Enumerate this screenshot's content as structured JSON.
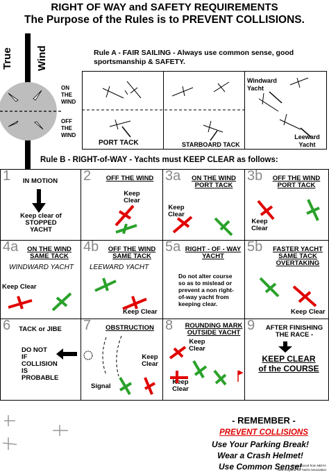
{
  "header": {
    "title": "RIGHT OF WAY and SAFETY REQUIREMENTS",
    "subtitle": "The Purpose of the Rules is to PREVENT COLLISIONS."
  },
  "compass": {
    "true_label": "True",
    "wind_label": "Wind",
    "on_wind": "ON THE WIND",
    "off_wind": "OFF THE WIND"
  },
  "rule_a": {
    "heading": "Rule A -  FAIR SAILING - Always use common sense, good sportsmanship & SAFETY.",
    "port_tack": "PORT TACK",
    "starboard_tack": "STARBOARD TACK",
    "windward_yacht": "Windward Yacht",
    "leeward_yacht": "Leeward Yacht"
  },
  "rule_b": {
    "heading": "Rule B - RIGHT-of-WAY - Yachts must KEEP CLEAR as follows:"
  },
  "cells": [
    {
      "num": "1",
      "title": "IN MOTION",
      "body": "Keep clear of STOPPED YACHT"
    },
    {
      "num": "2",
      "title": "OFF THE WIND",
      "keep_clear": "Keep Clear"
    },
    {
      "num": "3a",
      "title": "ON THE WIND PORT TACK",
      "keep_clear": "Keep Clear"
    },
    {
      "num": "3b",
      "title": "OFF THE WIND PORT TACK",
      "keep_clear": "Keep Clear"
    },
    {
      "num": "4a",
      "title": "ON THE WIND SAME TACK",
      "sub": "WINDWARD YACHT",
      "keep_clear": "Keep Clear"
    },
    {
      "num": "4b",
      "title": "OFF THE WIND SAME TACK",
      "sub": "LEEWARD YACHT",
      "keep_clear": "Keep Clear"
    },
    {
      "num": "5a",
      "title": "RIGHT - OF - WAY YACHT",
      "body": "Do not alter course so as to mislead or prevent a non right-of-way yacht from keeping clear."
    },
    {
      "num": "5b",
      "title": "FASTER YACHT SAME TACK OVERTAKING",
      "keep_clear": "Keep Clear"
    },
    {
      "num": "6",
      "title": "TACK or JIBE",
      "body": "DO NOT IF COLLISION IS PROBABLE"
    },
    {
      "num": "7",
      "title": "OBSTRUCTION",
      "keep_clear": "Keep Clear",
      "signal": "Signal"
    },
    {
      "num": "8",
      "title": "ROUNDING MARK OUTSIDE YACHT",
      "keep_clear_1": "Keep Clear",
      "keep_clear_2": "Keep Clear"
    },
    {
      "num": "9",
      "title": "AFTER FINISHING THE RACE -",
      "body": "KEEP CLEAR of the COURSE"
    }
  ],
  "remember": {
    "heading": "- REMEMBER -",
    "line1": "PREVENT COLLISIONS",
    "line2": "Use Your Parking Break!",
    "line3": "Wear a Crash Helmet!",
    "line4": "Use Common Sense!",
    "credit1": "Reproduced from NEIYA",
    "credit2": "New England Ice Yacht Association"
  },
  "colors": {
    "red": "#e00000",
    "green": "#2aa12a",
    "gray": "#888888"
  }
}
